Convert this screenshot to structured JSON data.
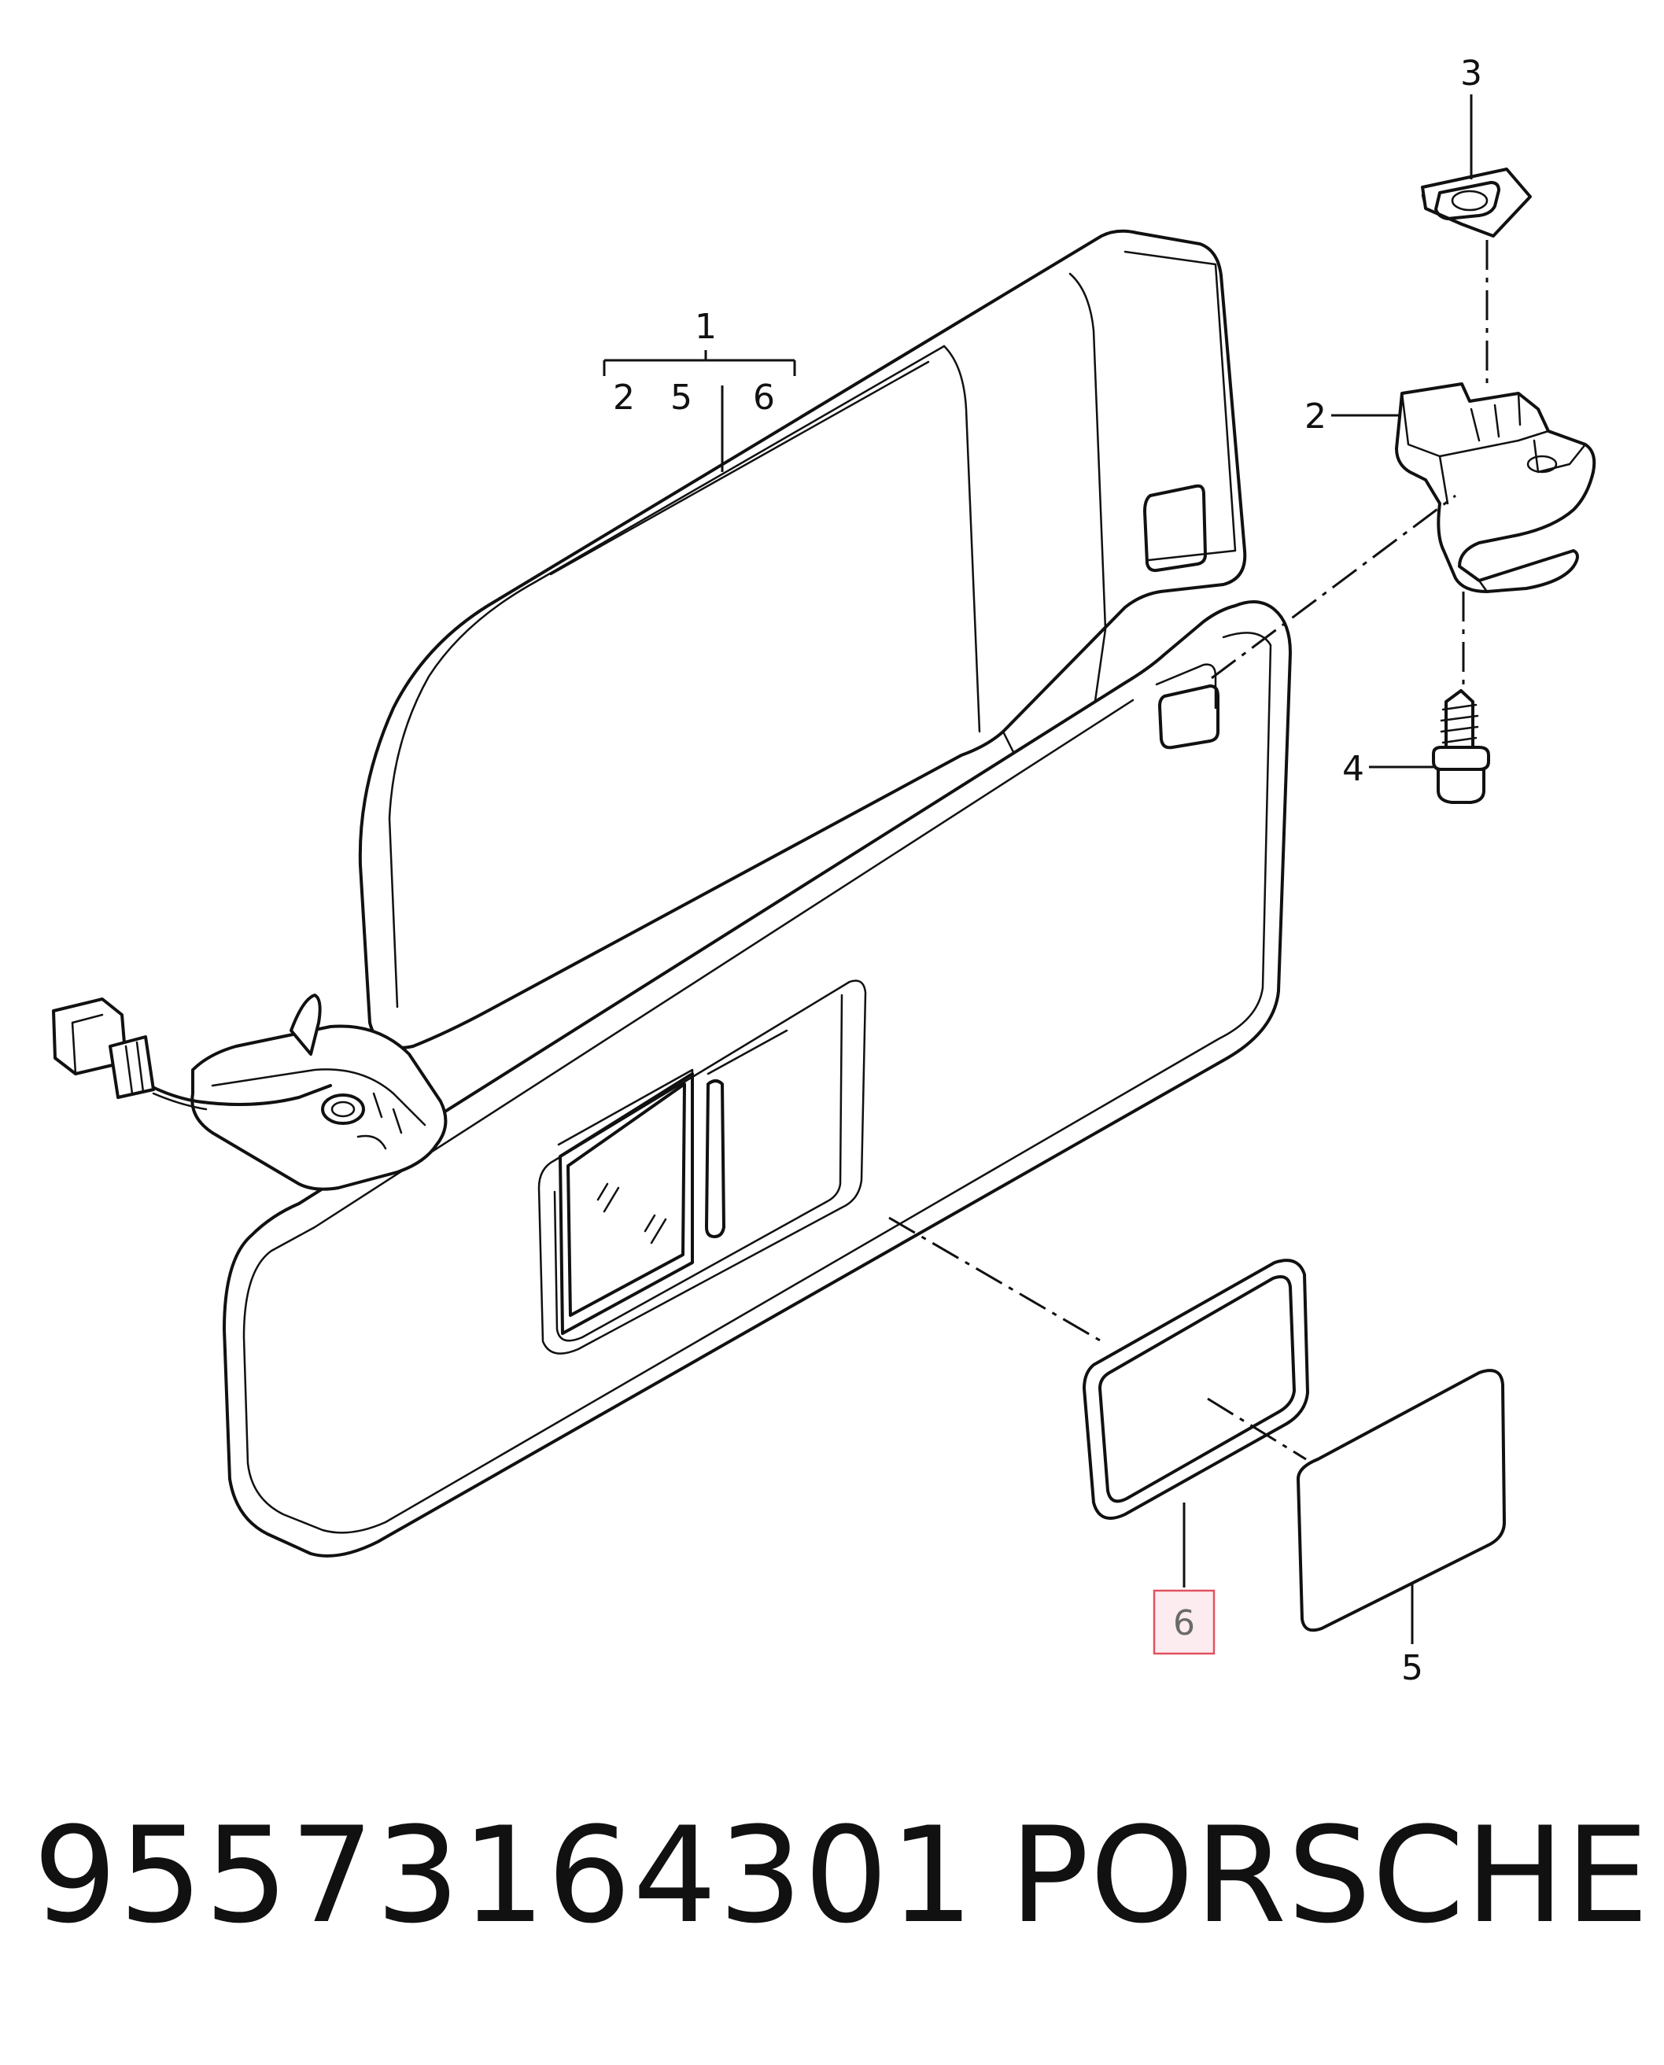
{
  "diagram": {
    "callouts": {
      "c1": "1",
      "c2_group": "2",
      "c5_group": "5",
      "c6_group": "6",
      "c2": "2",
      "c3": "3",
      "c4": "4",
      "c5": "5",
      "c6": "6"
    },
    "highlighted_callout": "6",
    "highlight_color": "#e0525f"
  },
  "footer": {
    "part_number": "95573164301",
    "brand": "PORSCHE"
  }
}
